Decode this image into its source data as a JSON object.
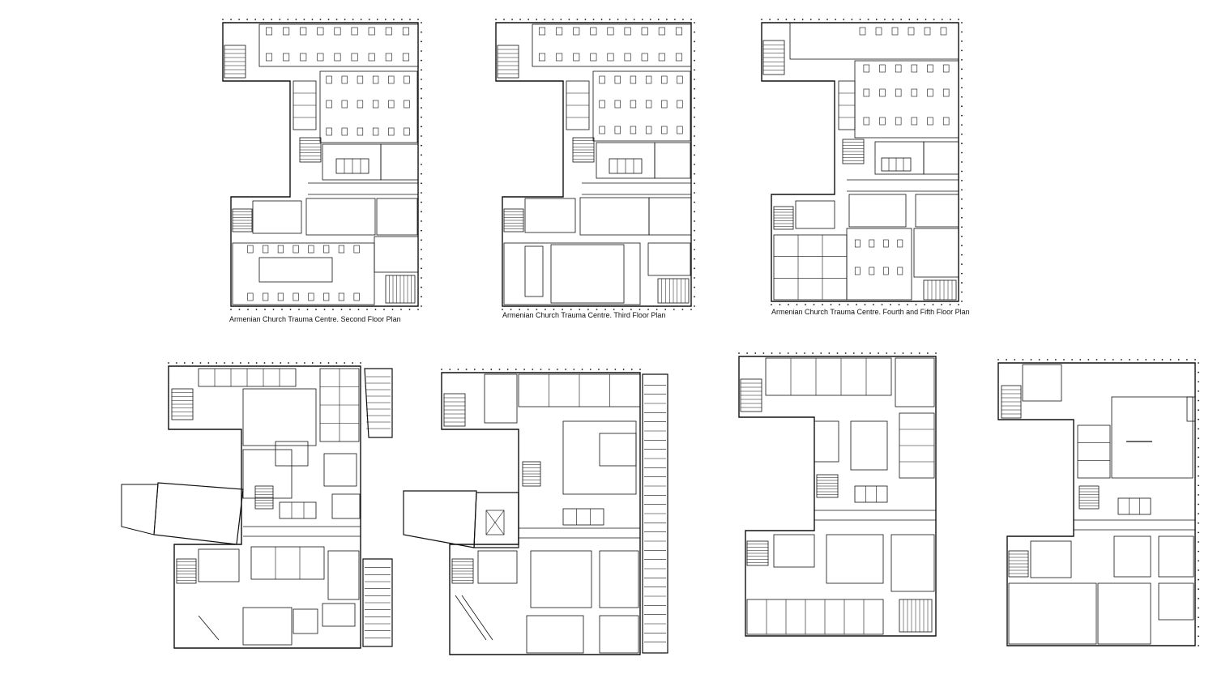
{
  "drawing": {
    "colors": {
      "background": "#ffffff",
      "line": "#111111"
    },
    "plans": [
      {
        "id": "second-floor",
        "caption": "Armenian Church Trauma Centre. Second Floor Plan"
      },
      {
        "id": "third-floor",
        "caption": "Armenian Church Trauma Centre. Third Floor Plan"
      },
      {
        "id": "fourth-fifth-floor",
        "caption": "Armenian Church Trauma Centre. Fourth and Fifth Floor Plan"
      },
      {
        "id": "plan-4",
        "caption": ""
      },
      {
        "id": "plan-5",
        "caption": ""
      },
      {
        "id": "plan-6",
        "caption": ""
      },
      {
        "id": "plan-7",
        "caption": ""
      }
    ]
  }
}
